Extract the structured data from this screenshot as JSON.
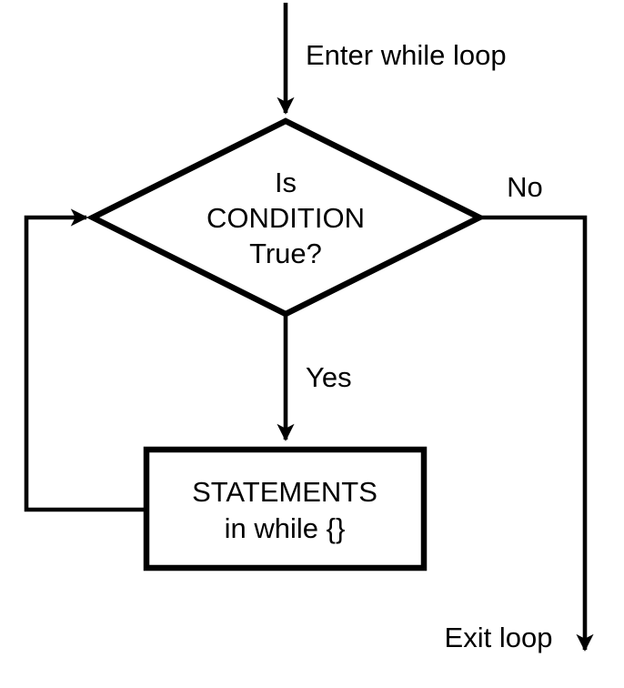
{
  "diagram": {
    "kind": "flowchart",
    "colors": {
      "stroke": "#000000",
      "shape_fill": "#ffffff",
      "text": "#000000",
      "background": "#ffffff"
    },
    "nodes": {
      "decision": {
        "shape": "diamond",
        "lines": [
          "Is",
          "CONDITION",
          "True?"
        ]
      },
      "process": {
        "shape": "rectangle",
        "lines": [
          "STATEMENTS",
          "in while {}"
        ]
      }
    },
    "edges": {
      "entry_label": "Enter while loop",
      "no_label": "No",
      "yes_label": "Yes",
      "exit_label": "Exit loop"
    }
  }
}
